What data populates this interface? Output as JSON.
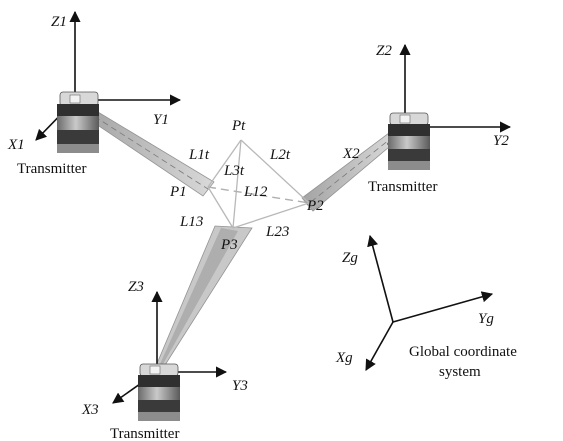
{
  "transmitters": [
    {
      "id": "1",
      "caption": "Transmitter",
      "axis_z": "Z1",
      "axis_y": "Y1",
      "axis_x": "X1"
    },
    {
      "id": "2",
      "caption": "Transmitter",
      "axis_z": "Z2",
      "axis_y": "Y2",
      "axis_x": "X2"
    },
    {
      "id": "3",
      "caption": "Transmitter",
      "axis_z": "Z3",
      "axis_y": "Y3",
      "axis_x": "X3"
    }
  ],
  "points": {
    "pt": "Pt",
    "p1": "P1",
    "p2": "P2",
    "p3": "P3"
  },
  "lines": {
    "l1t": "L1t",
    "l2t": "L2t",
    "l3t": "L3t",
    "l12": "L12",
    "l13": "L13",
    "l23": "L23"
  },
  "global_frame": {
    "axis_z": "Zg",
    "axis_y": "Yg",
    "axis_x": "Xg",
    "caption_line1": "Global coordinate",
    "caption_line2": "system"
  },
  "colors": {
    "axis": "#111111",
    "beam_fill": "#c8c8c8",
    "link_line": "#b8b8b8",
    "transmitter_dark": "#3a3a3a",
    "transmitter_mid": "#8a8a8a"
  }
}
